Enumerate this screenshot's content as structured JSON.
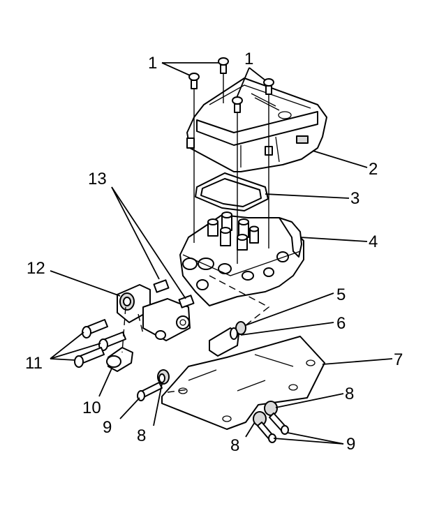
{
  "callouts": [
    "1",
    "1",
    "2",
    "3",
    "4",
    "5",
    "6",
    "7",
    "8",
    "8",
    "8",
    "9",
    "9",
    "10",
    "11",
    "12",
    "13"
  ]
}
